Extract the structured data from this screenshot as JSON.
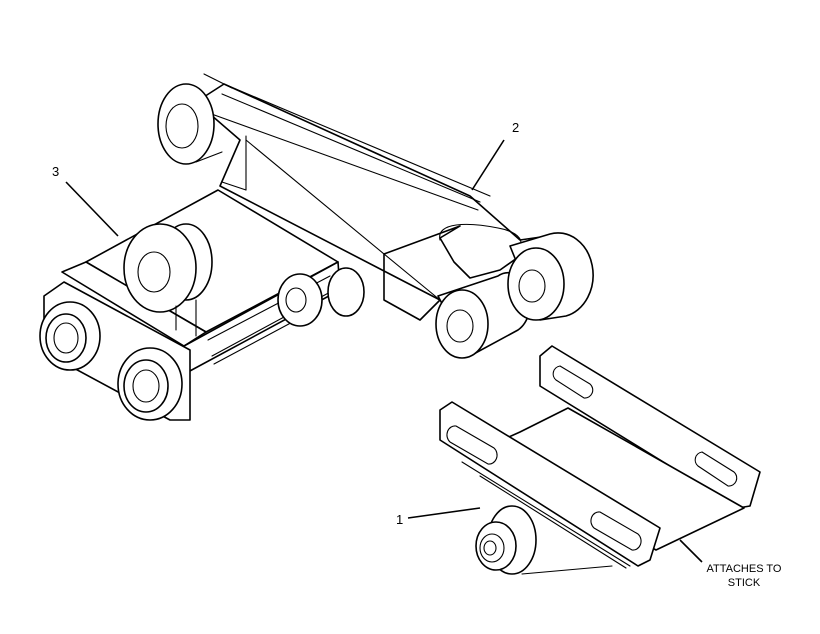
{
  "diagram": {
    "callouts": [
      {
        "id": "1",
        "label": "1"
      },
      {
        "id": "2",
        "label": "2"
      },
      {
        "id": "3",
        "label": "3"
      }
    ],
    "note": {
      "line1": "ATTACHES TO",
      "line2": "STICK"
    },
    "colors": {
      "line": "#000000",
      "background": "#ffffff"
    }
  }
}
